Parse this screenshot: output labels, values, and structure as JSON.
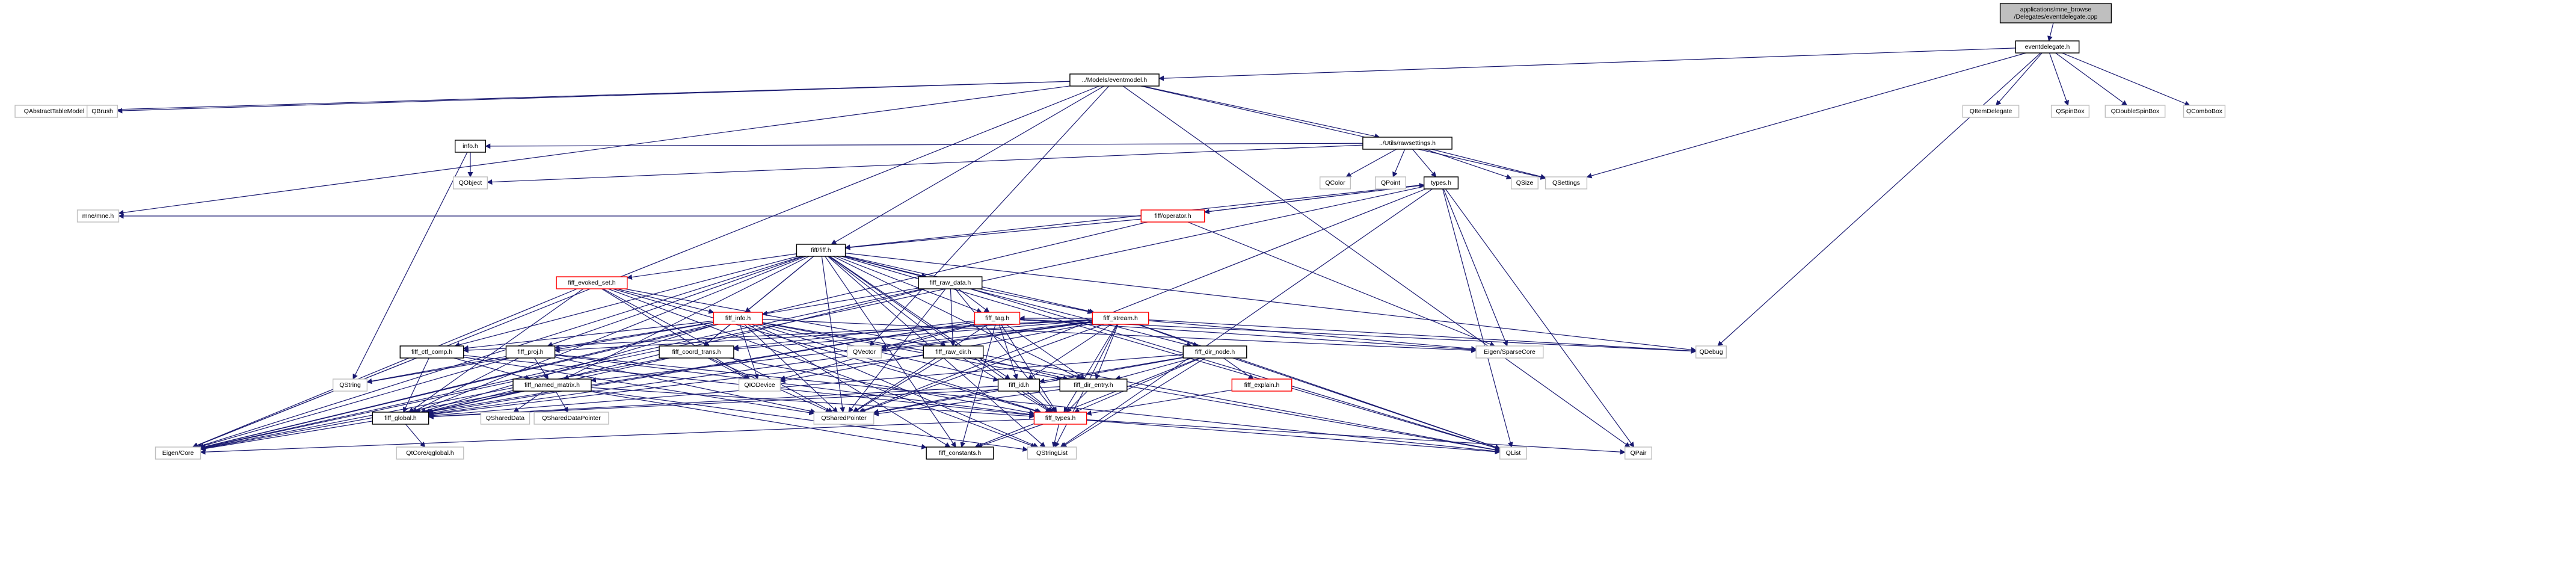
{
  "colors": {
    "edge": "#191970",
    "node_border_normal": "#000000",
    "node_border_truncated": "#ff0000",
    "node_border_external": "#bfbfbf",
    "node_fill_root": "#bfbfbf",
    "node_fill": "#ffffff",
    "label": "#000000"
  },
  "nodes": [
    {
      "id": "root",
      "label": "applications/mne_browse\n/Delegates/eventdelegate.cpp",
      "style": "root"
    },
    {
      "id": "eventdelegate",
      "label": "eventdelegate.h",
      "style": "normal"
    },
    {
      "id": "eventmodel",
      "label": "../Models/eventmodel.h",
      "style": "normal"
    },
    {
      "id": "QItemDelegate",
      "label": "QItemDelegate",
      "style": "external"
    },
    {
      "id": "QSpinBox",
      "label": "QSpinBox",
      "style": "external"
    },
    {
      "id": "QDoubleSpinBox",
      "label": "QDoubleSpinBox",
      "style": "external"
    },
    {
      "id": "QComboBox",
      "label": "QComboBox",
      "style": "external"
    },
    {
      "id": "QAbstractTableModel",
      "label": "QAbstractTableModel",
      "style": "external"
    },
    {
      "id": "QBrush",
      "label": "QBrush",
      "style": "external"
    },
    {
      "id": "rawsettings",
      "label": "../Utils/rawsettings.h",
      "style": "normal"
    },
    {
      "id": "info",
      "label": "info.h",
      "style": "normal"
    },
    {
      "id": "QObject",
      "label": "QObject",
      "style": "external"
    },
    {
      "id": "QColor",
      "label": "QColor",
      "style": "external"
    },
    {
      "id": "QPoint",
      "label": "QPoint",
      "style": "external"
    },
    {
      "id": "types",
      "label": "types.h",
      "style": "normal"
    },
    {
      "id": "QSize",
      "label": "QSize",
      "style": "external"
    },
    {
      "id": "QSettings",
      "label": "QSettings",
      "style": "external"
    },
    {
      "id": "mnemne",
      "label": "mne/mne.h",
      "style": "external"
    },
    {
      "id": "fiffoperator",
      "label": "fiff/operator.h",
      "style": "truncated"
    },
    {
      "id": "fiff",
      "label": "fiff/fiff.h",
      "style": "normal"
    },
    {
      "id": "fiff_evoked_set",
      "label": "fiff_evoked_set.h",
      "style": "truncated"
    },
    {
      "id": "fiff_raw_data",
      "label": "fiff_raw_data.h",
      "style": "normal"
    },
    {
      "id": "fiff_info",
      "label": "fiff_info.h",
      "style": "truncated"
    },
    {
      "id": "fiff_tag",
      "label": "fiff_tag.h",
      "style": "truncated"
    },
    {
      "id": "fiff_stream",
      "label": "fiff_stream.h",
      "style": "truncated"
    },
    {
      "id": "QVector",
      "label": "QVector",
      "style": "external"
    },
    {
      "id": "fiff_raw_dir",
      "label": "fiff_raw_dir.h",
      "style": "normal"
    },
    {
      "id": "fiff_ctf_comp",
      "label": "fiff_ctf_comp.h",
      "style": "normal"
    },
    {
      "id": "fiff_proj",
      "label": "fiff_proj.h",
      "style": "normal"
    },
    {
      "id": "fiff_coord_trans",
      "label": "fiff_coord_trans.h",
      "style": "normal"
    },
    {
      "id": "fiff_dir_node",
      "label": "fiff_dir_node.h",
      "style": "normal"
    },
    {
      "id": "EigenSparseCore",
      "label": "Eigen/SparseCore",
      "style": "external"
    },
    {
      "id": "QDebug",
      "label": "QDebug",
      "style": "external"
    },
    {
      "id": "QString",
      "label": "QString",
      "style": "external"
    },
    {
      "id": "fiff_named_matrix",
      "label": "fiff_named_matrix.h",
      "style": "normal"
    },
    {
      "id": "QIODevice",
      "label": "QIODevice",
      "style": "external"
    },
    {
      "id": "fiff_id",
      "label": "fiff_id.h",
      "style": "normal"
    },
    {
      "id": "fiff_dir_entry",
      "label": "fiff_dir_entry.h",
      "style": "normal"
    },
    {
      "id": "fiff_explain",
      "label": "fiff_explain.h",
      "style": "truncated"
    },
    {
      "id": "fiff_global",
      "label": "fiff_global.h",
      "style": "normal"
    },
    {
      "id": "QSharedData",
      "label": "QSharedData",
      "style": "external"
    },
    {
      "id": "QSharedDataPointer",
      "label": "QSharedDataPointer",
      "style": "external"
    },
    {
      "id": "QSharedPointer",
      "label": "QSharedPointer",
      "style": "external"
    },
    {
      "id": "fiff_types",
      "label": "fiff_types.h",
      "style": "truncated"
    },
    {
      "id": "EigenCore",
      "label": "Eigen/Core",
      "style": "external"
    },
    {
      "id": "QtCoreqglobal",
      "label": "QtCore/qglobal.h",
      "style": "external"
    },
    {
      "id": "fiff_constants",
      "label": "fiff_constants.h",
      "style": "normal"
    },
    {
      "id": "QStringList",
      "label": "QStringList",
      "style": "external"
    },
    {
      "id": "QList",
      "label": "QList",
      "style": "external"
    },
    {
      "id": "QPair",
      "label": "QPair",
      "style": "external"
    }
  ],
  "edges": [
    [
      "root",
      "eventdelegate"
    ],
    [
      "eventdelegate",
      "eventmodel"
    ],
    [
      "eventdelegate",
      "QItemDelegate"
    ],
    [
      "eventdelegate",
      "QSpinBox"
    ],
    [
      "eventdelegate",
      "QDoubleSpinBox"
    ],
    [
      "eventdelegate",
      "QComboBox"
    ],
    [
      "eventdelegate",
      "QSettings"
    ],
    [
      "eventdelegate",
      "QDebug"
    ],
    [
      "eventmodel",
      "QAbstractTableModel"
    ],
    [
      "eventmodel",
      "QBrush"
    ],
    [
      "eventmodel",
      "rawsettings"
    ],
    [
      "eventmodel",
      "fiff"
    ],
    [
      "eventmodel",
      "mnemne"
    ],
    [
      "eventmodel",
      "EigenCore"
    ],
    [
      "eventmodel",
      "QSettings"
    ],
    [
      "eventmodel",
      "QPair"
    ],
    [
      "eventmodel",
      "QVector"
    ],
    [
      "rawsettings",
      "info"
    ],
    [
      "rawsettings",
      "QObject"
    ],
    [
      "rawsettings",
      "QColor"
    ],
    [
      "rawsettings",
      "QPoint"
    ],
    [
      "rawsettings",
      "types"
    ],
    [
      "rawsettings",
      "QSize"
    ],
    [
      "rawsettings",
      "QSettings"
    ],
    [
      "info",
      "QObject"
    ],
    [
      "info",
      "QString"
    ],
    [
      "types",
      "fiffoperator"
    ],
    [
      "types",
      "fiff"
    ],
    [
      "types",
      "EigenCore"
    ],
    [
      "types",
      "EigenSparseCore"
    ],
    [
      "types",
      "QSharedPointer"
    ],
    [
      "types",
      "QList"
    ],
    [
      "types",
      "QStringList"
    ],
    [
      "types",
      "QPair"
    ],
    [
      "fiffoperator",
      "mnemne"
    ],
    [
      "fiffoperator",
      "types"
    ],
    [
      "fiffoperator",
      "EigenSparseCore"
    ],
    [
      "fiffoperator",
      "fiff"
    ],
    [
      "fiffoperator",
      "EigenCore"
    ],
    [
      "fiff",
      "fiff_evoked_set"
    ],
    [
      "fiff",
      "fiff_raw_data"
    ],
    [
      "fiff",
      "fiff_info"
    ],
    [
      "fiff",
      "fiff_tag"
    ],
    [
      "fiff",
      "fiff_stream"
    ],
    [
      "fiff",
      "fiff_raw_dir"
    ],
    [
      "fiff",
      "fiff_ctf_comp"
    ],
    [
      "fiff",
      "fiff_proj"
    ],
    [
      "fiff",
      "fiff_coord_trans"
    ],
    [
      "fiff",
      "fiff_dir_node"
    ],
    [
      "fiff",
      "fiff_named_matrix"
    ],
    [
      "fiff",
      "fiff_global"
    ],
    [
      "fiff",
      "fiff_types"
    ],
    [
      "fiff",
      "fiff_constants"
    ],
    [
      "fiff",
      "fiff_id"
    ],
    [
      "fiff",
      "fiff_dir_entry"
    ],
    [
      "fiff",
      "EigenCore"
    ],
    [
      "fiff",
      "QList"
    ],
    [
      "fiff",
      "QStringList"
    ],
    [
      "fiff",
      "QDebug"
    ],
    [
      "fiff",
      "QSharedPointer"
    ],
    [
      "fiff_evoked_set",
      "fiff_info"
    ],
    [
      "fiff_evoked_set",
      "fiff_types"
    ],
    [
      "fiff_evoked_set",
      "fiff_global"
    ],
    [
      "fiff_evoked_set",
      "QSharedPointer"
    ],
    [
      "fiff_evoked_set",
      "QStringList"
    ],
    [
      "fiff_evoked_set",
      "QList"
    ],
    [
      "fiff_evoked_set",
      "EigenCore"
    ],
    [
      "fiff_evoked_set",
      "QIODevice"
    ],
    [
      "fiff_raw_data",
      "fiff_info"
    ],
    [
      "fiff_raw_data",
      "fiff_tag"
    ],
    [
      "fiff_raw_data",
      "fiff_stream"
    ],
    [
      "fiff_raw_data",
      "fiff_raw_dir"
    ],
    [
      "fiff_raw_data",
      "fiff_types"
    ],
    [
      "fiff_raw_data",
      "fiff_global"
    ],
    [
      "fiff_raw_data",
      "QSharedPointer"
    ],
    [
      "fiff_raw_data",
      "QList"
    ],
    [
      "fiff_raw_data",
      "EigenCore"
    ],
    [
      "fiff_info",
      "fiff_coord_trans"
    ],
    [
      "fiff_info",
      "fiff_ctf_comp"
    ],
    [
      "fiff_info",
      "fiff_proj"
    ],
    [
      "fiff_info",
      "fiff_id"
    ],
    [
      "fiff_info",
      "fiff_types"
    ],
    [
      "fiff_info",
      "fiff_global"
    ],
    [
      "fiff_info",
      "fiff_constants"
    ],
    [
      "fiff_info",
      "fiff_dir_entry"
    ],
    [
      "fiff_info",
      "QSharedPointer"
    ],
    [
      "fiff_info",
      "QStringList"
    ],
    [
      "fiff_info",
      "QList"
    ],
    [
      "fiff_info",
      "EigenCore"
    ],
    [
      "fiff_info",
      "QString"
    ],
    [
      "fiff_info",
      "QIODevice"
    ],
    [
      "fiff_info",
      "EigenSparseCore"
    ],
    [
      "fiff_tag",
      "fiff_id"
    ],
    [
      "fiff_tag",
      "fiff_types"
    ],
    [
      "fiff_tag",
      "fiff_coord_trans"
    ],
    [
      "fiff_tag",
      "fiff_global"
    ],
    [
      "fiff_tag",
      "fiff_dir_entry"
    ],
    [
      "fiff_tag",
      "fiff_constants"
    ],
    [
      "fiff_tag",
      "QVector"
    ],
    [
      "fiff_tag",
      "QSharedPointer"
    ],
    [
      "fiff_tag",
      "EigenSparseCore"
    ],
    [
      "fiff_tag",
      "QIODevice"
    ],
    [
      "fiff_tag",
      "QDebug"
    ],
    [
      "fiff_tag",
      "EigenCore"
    ],
    [
      "fiff_stream",
      "fiff_dir_node"
    ],
    [
      "fiff_stream",
      "fiff_tag"
    ],
    [
      "fiff_stream",
      "fiff_id"
    ],
    [
      "fiff_stream",
      "fiff_types"
    ],
    [
      "fiff_stream",
      "fiff_global"
    ],
    [
      "fiff_stream",
      "fiff_dir_entry"
    ],
    [
      "fiff_stream",
      "fiff_coord_trans"
    ],
    [
      "fiff_stream",
      "fiff_proj"
    ],
    [
      "fiff_stream",
      "fiff_ctf_comp"
    ],
    [
      "fiff_stream",
      "fiff_named_matrix"
    ],
    [
      "fiff_stream",
      "QSharedPointer"
    ],
    [
      "fiff_stream",
      "QStringList"
    ],
    [
      "fiff_stream",
      "QList"
    ],
    [
      "fiff_stream",
      "EigenSparseCore"
    ],
    [
      "fiff_stream",
      "QIODevice"
    ],
    [
      "fiff_stream",
      "QDebug"
    ],
    [
      "fiff_stream",
      "QVector"
    ],
    [
      "fiff_raw_dir",
      "fiff_types"
    ],
    [
      "fiff_raw_dir",
      "fiff_global"
    ],
    [
      "fiff_raw_dir",
      "fiff_dir_entry"
    ],
    [
      "fiff_raw_dir",
      "QSharedPointer"
    ],
    [
      "fiff_ctf_comp",
      "fiff_named_matrix"
    ],
    [
      "fiff_ctf_comp",
      "fiff_types"
    ],
    [
      "fiff_ctf_comp",
      "fiff_global"
    ],
    [
      "fiff_ctf_comp",
      "QSharedPointer"
    ],
    [
      "fiff_ctf_comp",
      "EigenCore"
    ],
    [
      "fiff_proj",
      "fiff_named_matrix"
    ],
    [
      "fiff_proj",
      "fiff_types"
    ],
    [
      "fiff_proj",
      "fiff_global"
    ],
    [
      "fiff_proj",
      "QString"
    ],
    [
      "fiff_proj",
      "QSharedPointer"
    ],
    [
      "fiff_proj",
      "QList"
    ],
    [
      "fiff_proj",
      "EigenCore"
    ],
    [
      "fiff_coord_trans",
      "fiff_types"
    ],
    [
      "fiff_coord_trans",
      "fiff_global"
    ],
    [
      "fiff_coord_trans",
      "QSharedPointer"
    ],
    [
      "fiff_coord_trans",
      "QIODevice"
    ],
    [
      "fiff_coord_trans",
      "EigenCore"
    ],
    [
      "fiff_dir_node",
      "fiff_dir_entry"
    ],
    [
      "fiff_dir_node",
      "fiff_id"
    ],
    [
      "fiff_dir_node",
      "fiff_explain"
    ],
    [
      "fiff_dir_node",
      "fiff_types"
    ],
    [
      "fiff_dir_node",
      "fiff_global"
    ],
    [
      "fiff_dir_node",
      "fiff_constants"
    ],
    [
      "fiff_dir_node",
      "QSharedPointer"
    ],
    [
      "fiff_dir_node",
      "QStringList"
    ],
    [
      "fiff_dir_node",
      "QList"
    ],
    [
      "fiff_named_matrix",
      "fiff_types"
    ],
    [
      "fiff_named_matrix",
      "fiff_global"
    ],
    [
      "fiff_named_matrix",
      "QSharedData"
    ],
    [
      "fiff_named_matrix",
      "QSharedDataPointer"
    ],
    [
      "fiff_named_matrix",
      "QStringList"
    ],
    [
      "fiff_named_matrix",
      "fiff_constants"
    ],
    [
      "fiff_named_matrix",
      "EigenCore"
    ],
    [
      "fiff_id",
      "fiff_types"
    ],
    [
      "fiff_id",
      "fiff_global"
    ],
    [
      "fiff_id",
      "QSharedPointer"
    ],
    [
      "fiff_dir_entry",
      "fiff_types"
    ],
    [
      "fiff_dir_entry",
      "fiff_global"
    ],
    [
      "fiff_dir_entry",
      "QSharedPointer"
    ],
    [
      "fiff_explain",
      "fiff_types"
    ],
    [
      "fiff_global",
      "QtCoreqglobal"
    ],
    [
      "fiff_types",
      "fiff_constants"
    ],
    [
      "fiff_types",
      "EigenCore"
    ],
    [
      "fiff_types",
      "QStringList"
    ],
    [
      "fiff_types",
      "QList"
    ],
    [
      "fiff_types",
      "QPair"
    ]
  ]
}
